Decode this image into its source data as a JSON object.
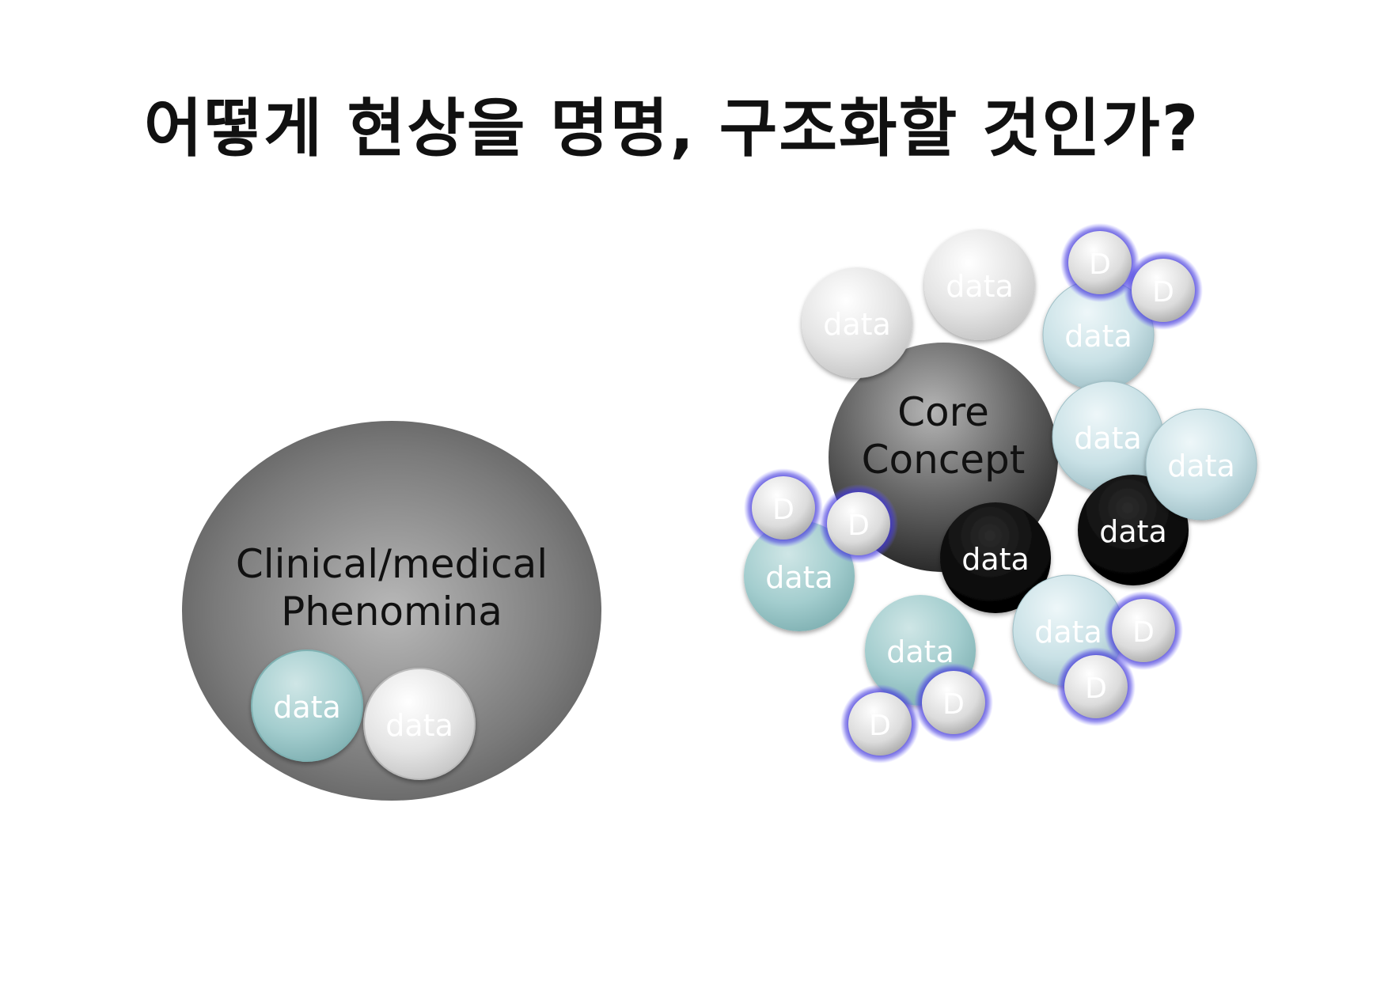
{
  "title": "어떻게 현상을 명명, 구조화할 것인가?",
  "left_group": {
    "phenomena": [
      "Clinical/medical",
      "Phenomina"
    ],
    "circles": [
      "data",
      "data"
    ]
  },
  "right_group": {
    "core": [
      "Core",
      "Concept"
    ],
    "data_label": "data",
    "d_label": "D"
  },
  "colors": {
    "gray_sphere": "#8c8c8c",
    "white_sphere": "#e6e6e6",
    "light_blue_sphere": "#c8e2e8",
    "teal_sphere": "#9ecbcd",
    "black_sphere": "#0a0a0a",
    "d_halo": "#3a2fd6"
  }
}
